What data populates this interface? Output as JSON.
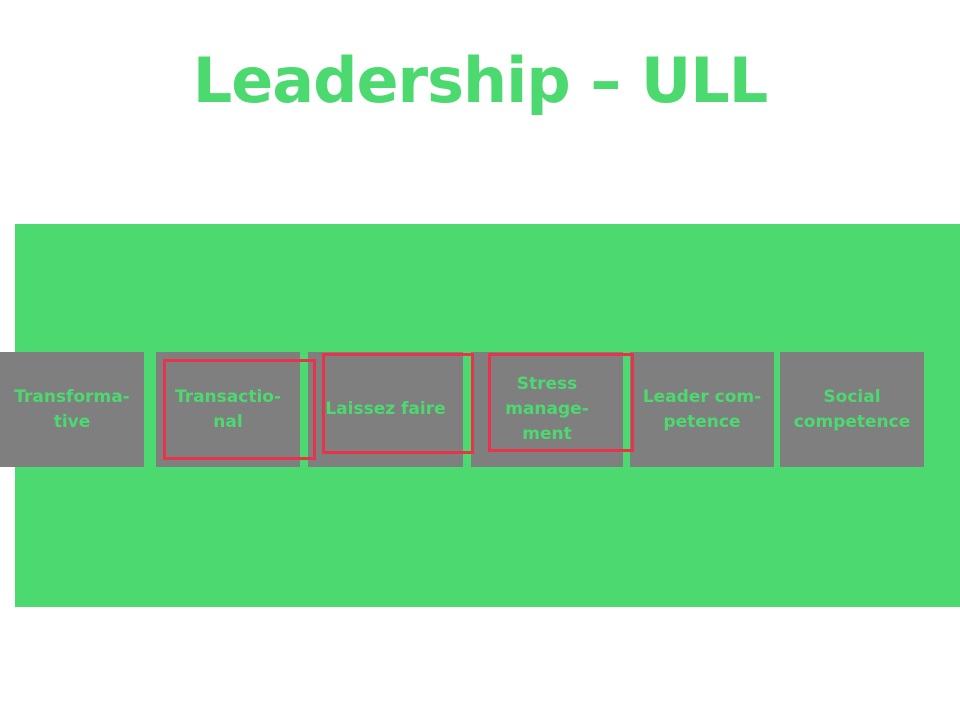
{
  "slide": {
    "title": "Leadership – ULL",
    "colors": {
      "title": "#4cd96f",
      "panel": "#4cd96f",
      "box": "#7f7f7f",
      "box_text": "#4cd96f",
      "highlight": "#e8334a"
    },
    "boxes": [
      {
        "label": "Transforma-\ntive"
      },
      {
        "label": "Transactio-\nnal"
      },
      {
        "label": "Laissez faire"
      },
      {
        "label": "Stress manage-\nment"
      },
      {
        "label": "Leader com-\npetence"
      },
      {
        "label": "Social\ncompetence"
      }
    ],
    "highlighted_boxes": [
      "Transactio-nal",
      "Laissez faire",
      "Stress management"
    ]
  }
}
